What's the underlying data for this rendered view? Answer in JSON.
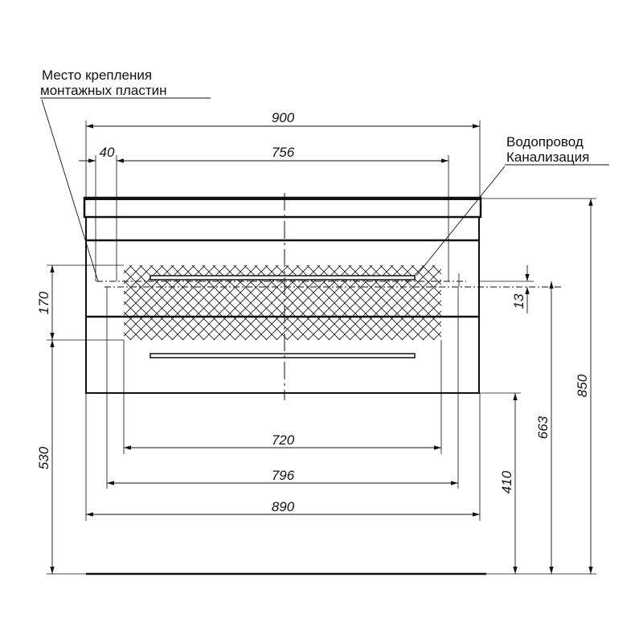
{
  "labels": {
    "mount_line1": "Место крепления",
    "mount_line2": "монтажных пластин",
    "water_line1": "Водопровод",
    "water_line2": "Канализация"
  },
  "dimensions": {
    "total_width": "900",
    "offset": "40",
    "inner_width": "756",
    "drawer_width": "720",
    "inner_body": "796",
    "body_width": "890",
    "hatch_height": "170",
    "floor_to_hatch": "530",
    "small_offset": "13",
    "mount_height": "663",
    "body_bottom_height": "410",
    "total_height": "850"
  },
  "colors": {
    "line": "#111111",
    "background": "#ffffff"
  }
}
